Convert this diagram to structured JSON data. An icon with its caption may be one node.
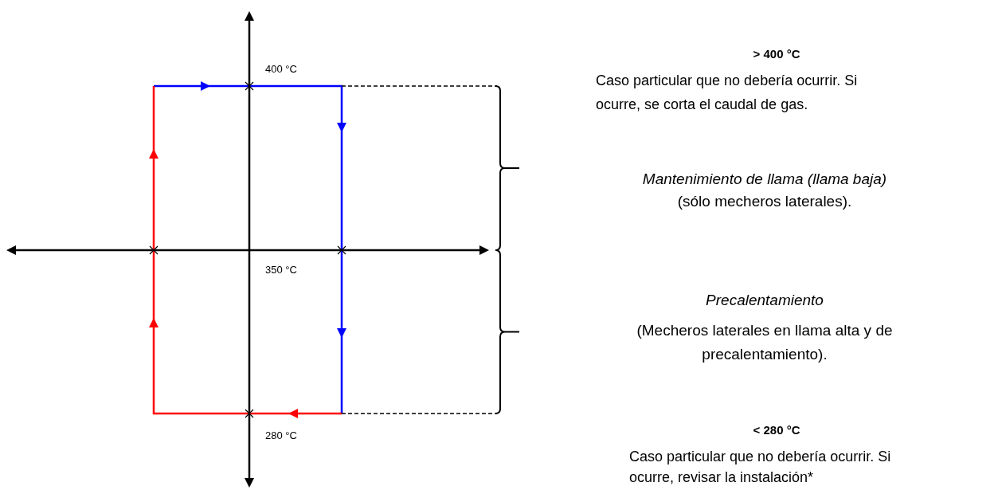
{
  "diagram": {
    "labels": [
      "> 400 °C",
      "400 °C",
      "Caso particular que no debería ocurrir. Si ocurre, se corta el caudal de gas.",
      "Mantenimiento de llama (llama baja)",
      "(sólo mecheros laterales).",
      "350 °C",
      "Precalentamiento",
      "(Mecheros laterales en llama alta y de precalentamiento).",
      "< 280 °C",
      "280 °C",
      "Caso particular que no debería ocurrir. Si ocurre, revisar la instalación*"
    ]
  }
}
